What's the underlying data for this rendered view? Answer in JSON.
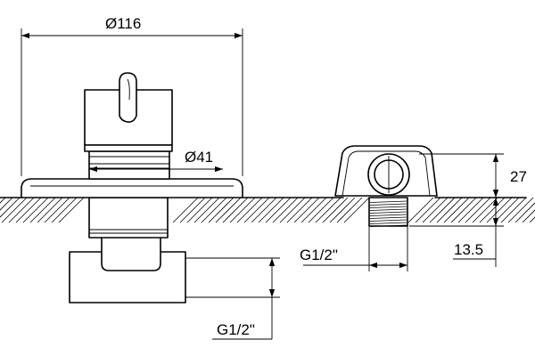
{
  "labels": {
    "dia_116": "Ø116",
    "dia_41": "Ø41",
    "thread_main": "G1/2\"",
    "thread_side": "G1/2\"",
    "height_27": "27",
    "depth_13_5": "13.5"
  },
  "colors": {
    "line": "#000000",
    "background": "#ffffff"
  }
}
